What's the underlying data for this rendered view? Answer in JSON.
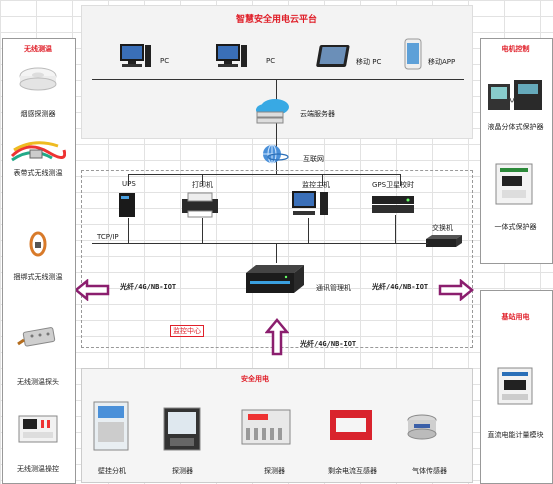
{
  "cloud_platform": {
    "title": "智慧安全用电云平台",
    "clients": [
      "PC",
      "PC",
      "移动 PC",
      "移动APP"
    ],
    "server": "云端服务器"
  },
  "internet": "互联网",
  "left_panel": {
    "title": "无线测温",
    "items": [
      "烟感探测器",
      "表带式无线测温",
      "捆绑式无线测温",
      "无线测温探头",
      "无线测温操控"
    ]
  },
  "right_top_panel": {
    "title": "电机控制",
    "items": [
      "液晶分体式保护器",
      "一体式保护器"
    ]
  },
  "right_bottom_panel": {
    "title": "基站用电",
    "items": [
      "直流电能计量模块"
    ]
  },
  "monitor_center": {
    "devices": [
      "UPS",
      "打印机",
      "监控主机",
      "GPS卫星校时"
    ],
    "switch": "交换机",
    "protocol": "TCP/IP",
    "gateway": "通讯管理机",
    "link_left": "光纤/4G/NB-IOT",
    "link_right": "光纤/4G/NB-IOT",
    "link_bottom": "光纤/4G/NB-IOT",
    "label": "监控中心"
  },
  "safety_panel": {
    "title": "安全用电",
    "items": [
      "壁挂分机",
      "探测器",
      "探测器",
      "剩余电流互感器",
      "气体传感器"
    ]
  },
  "colors": {
    "accent": "#e0202a",
    "arrow": "#8b1e6e",
    "arrow_fill": "#ffffff"
  }
}
